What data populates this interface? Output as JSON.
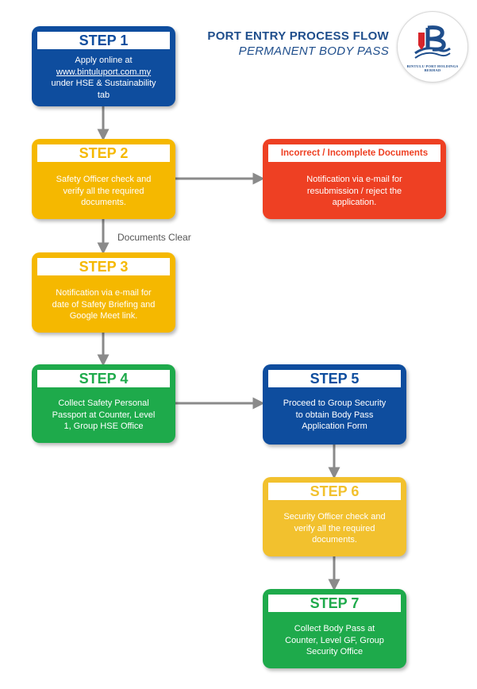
{
  "header": {
    "title": "PORT ENTRY PROCESS FLOW",
    "subtitle": "PERMANENT BODY PASS",
    "title_color": "#1f4e8c"
  },
  "logo": {
    "text": "BINTULU PORT HOLDINGS BERHAD",
    "icon": "bintulu-port-logo-icon",
    "color": "#1f4e8c"
  },
  "steps": [
    {
      "heading": "STEP 1",
      "lines": [
        "Apply online at",
        "www.bintuluport.com.my",
        "under HSE & Sustainability",
        "tab"
      ],
      "link": "www.bintuluport.com.my",
      "color": "#0e4d9e"
    },
    {
      "heading": "STEP 2",
      "lines": [
        "Safety Officer check and",
        "verify all the required",
        "documents."
      ],
      "color": "#f5b800"
    },
    {
      "heading": "STEP 3",
      "lines": [
        "Notification via e-mail for",
        "date of Safety Briefing and",
        "Google Meet link."
      ],
      "color": "#f5b800"
    },
    {
      "heading": "STEP 4",
      "lines": [
        "Collect Safety Personal",
        "Passport at Counter, Level",
        "1, Group HSE Office"
      ],
      "color": "#1eaa4b"
    },
    {
      "heading": "STEP 5",
      "lines": [
        "Proceed to Group Security",
        "to obtain Body Pass",
        "Application Form"
      ],
      "color": "#0e4d9e"
    },
    {
      "heading": "STEP 6",
      "lines": [
        "Security Officer check and",
        "verify all the required",
        "documents."
      ],
      "color": "#f2c12e"
    },
    {
      "heading": "STEP 7",
      "lines": [
        "Collect Body Pass at",
        "Counter, Level GF, Group",
        "Security Office"
      ],
      "color": "#1eaa4b"
    }
  ],
  "rejection": {
    "heading": "Incorrect / Incomplete Documents",
    "lines": [
      "Notification via e-mail for",
      "resubmission / reject the",
      "application."
    ],
    "color": "#ee4023"
  },
  "connector_label": "Documents Clear",
  "connector_color": "#8a8a8a"
}
